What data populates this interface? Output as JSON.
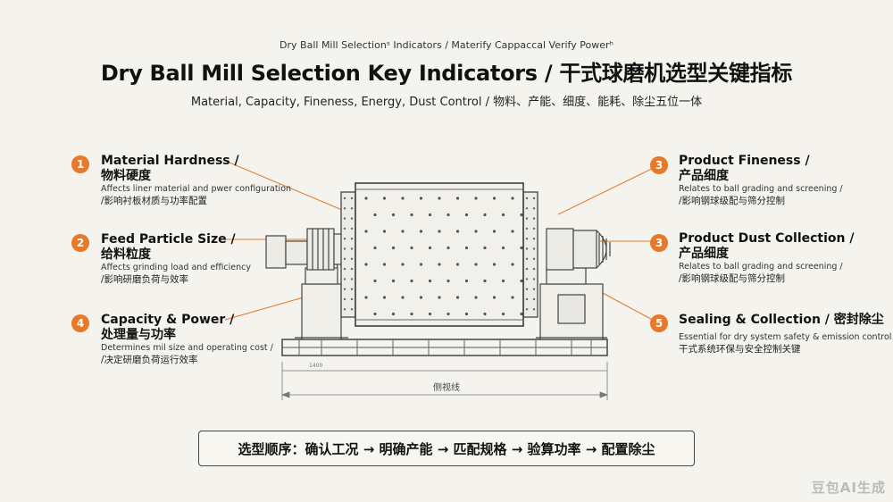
{
  "header": {
    "pre_title": "Dry Ball Mill Selectionˢ  Indicators / Materify Cappaccal Verify Powerʰ",
    "title": "Dry Ball Mill Selection Key Indicators / 干式球磨机选型关键指标",
    "subtitle": "Material, Capacity, Fineness, Energy, Dust Control / 物料、产能、细度、能耗、除尘五位一体"
  },
  "left_callouts": [
    {
      "number": "1",
      "title1": "Material Hardness /",
      "title2": "物料硬度",
      "desc1": "Affects liner material and pwer configuration",
      "desc2": "/影响衬板材质与功率配置"
    },
    {
      "number": "2",
      "title1": "Feed Particle Size /",
      "title2": "给料粒度",
      "desc1": "Affects grinding load and efficiency",
      "desc2": "/影响研磨负荷与效率"
    },
    {
      "number": "4",
      "title1": "Capacity & Power /",
      "title2": "处理量与功率",
      "desc1": "Determines mil size and operating cost /",
      "desc2": "/决定研磨负荷运行效率"
    }
  ],
  "right_callouts": [
    {
      "number": "3",
      "title1": "Product Fineness /",
      "title2": "产品细度",
      "desc1": "Relates to ball grading and screening /",
      "desc2": "/影响钢球级配与筛分控制"
    },
    {
      "number": "3",
      "title1": "Product Dust Collection /",
      "title2": "产品细度",
      "desc1": "Relates to ball grading and screening /",
      "desc2": "/影响钢球级配与筛分控制"
    },
    {
      "number": "5",
      "title1": "Sealing & Collection / 密封除尘",
      "title2": "",
      "desc1": "Essential for dry system safety & emission control /",
      "desc2": "干式系统环保与安全控制关键"
    }
  ],
  "drawing": {
    "scale_label": "侧视线",
    "dim_small": "1400"
  },
  "flow": {
    "text": "选型顺序：确认工况 → 明确产能 → 匹配规格 → 验算功率 → 配置除尘"
  },
  "watermark": "豆包AI生成",
  "colors": {
    "accent": "#e8782a",
    "background": "#f4f3ee",
    "line": "#555555"
  }
}
